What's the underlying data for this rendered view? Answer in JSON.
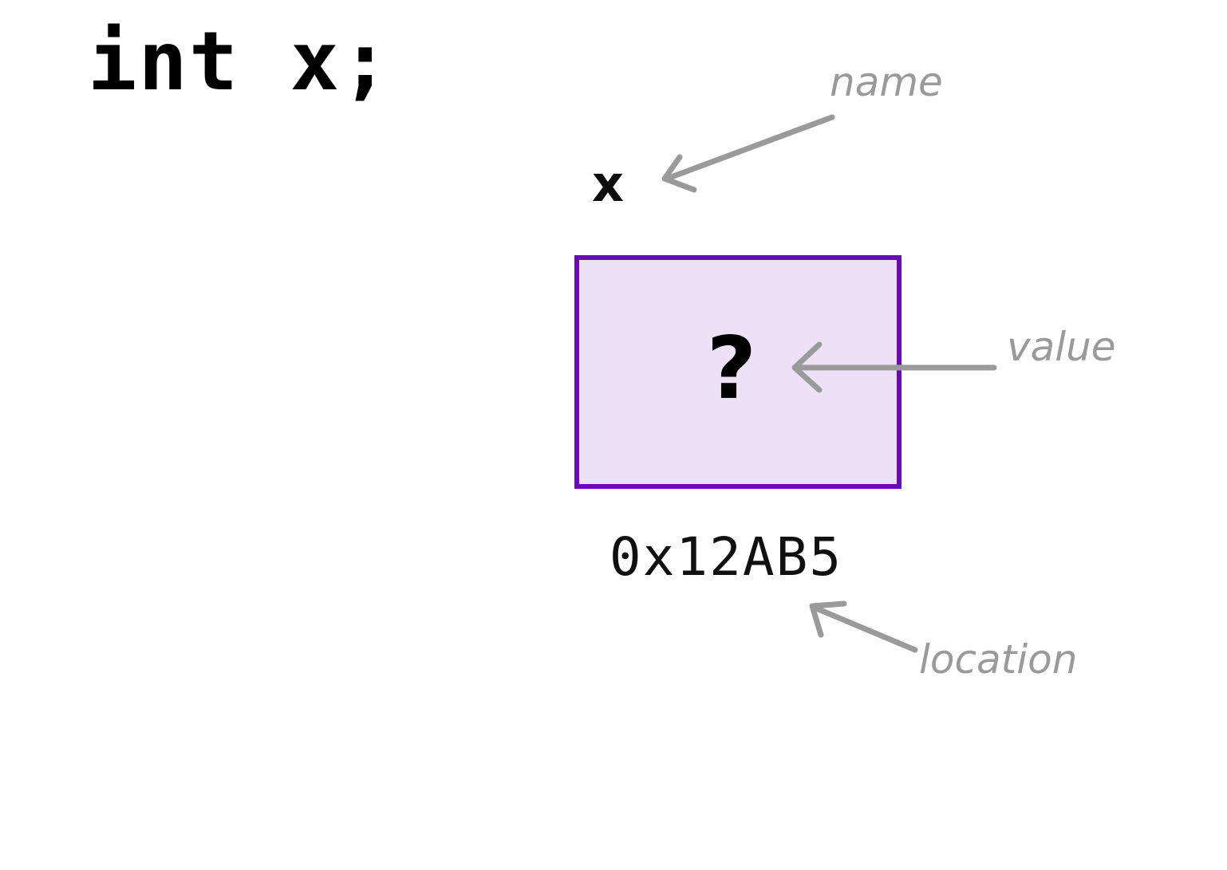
{
  "diagram": {
    "title_text": "int x;",
    "code_declaration": "int x;",
    "variable_name": "x",
    "cell_value": "?",
    "memory_address": "0x12AB5",
    "annotations": {
      "name_label": "name",
      "value_label": "value",
      "location_label": "location"
    },
    "colors": {
      "box_border": "#6b0bb5",
      "box_fill": "#ede2f5",
      "annotation_gray": "#9a9a9a",
      "text_black": "#000000",
      "background": "#ffffff"
    }
  }
}
